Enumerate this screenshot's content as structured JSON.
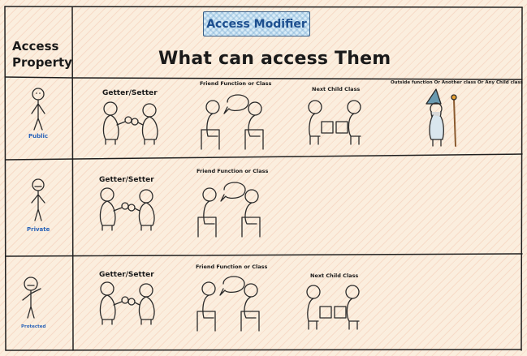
{
  "header": {
    "tag": "Access Modifier",
    "title": "What can access Them",
    "column_header": "Access Property"
  },
  "rows": [
    {
      "property": "Public",
      "panels": {
        "getter_setter": "Getter/Setter",
        "friend": "Friend Function or Class",
        "child": "Next Child Class",
        "outside": "Outside function Or Another class Or Any Child class"
      }
    },
    {
      "property": "Private",
      "panels": {
        "getter_setter": "Getter/Setter",
        "friend": "Friend Function or Class"
      }
    },
    {
      "property": "Protected",
      "panels": {
        "getter_setter": "Getter/Setter",
        "friend": "Friend Function or Class",
        "child": "Next Child Class"
      }
    }
  ],
  "colors": {
    "background": "#fbeede",
    "hatch": "#e89678",
    "tag_fill": "#d9ecf7",
    "tag_text": "#1d4f8f",
    "property_text": "#2a63b8",
    "ink": "#1a1a1a"
  },
  "icons": [
    "stick-figure-icon",
    "key-chain-icon",
    "speech-bubble-icon",
    "chair-icon",
    "puzzle-piece-icon",
    "wizard-icon"
  ]
}
